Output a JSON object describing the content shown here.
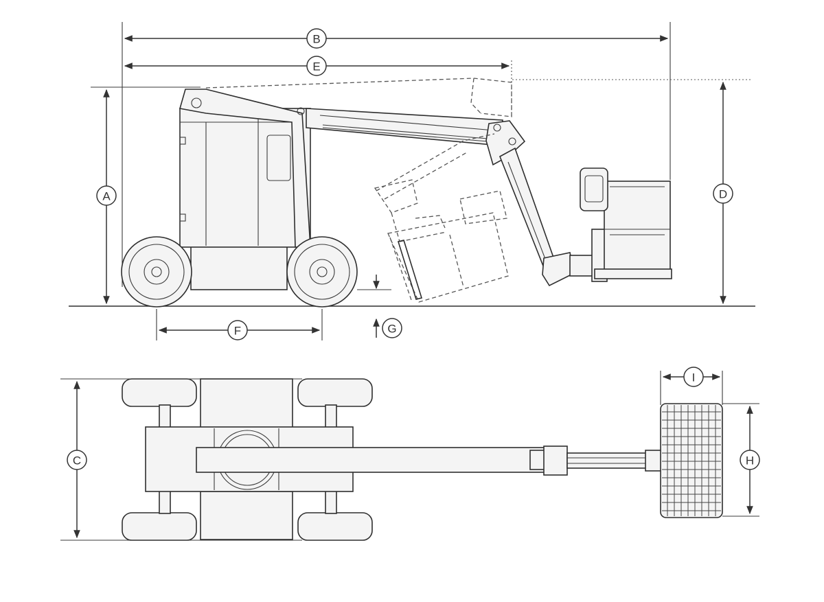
{
  "dimension_labels": {
    "A": "A",
    "B": "B",
    "C": "C",
    "D": "D",
    "E": "E",
    "F": "F",
    "G": "G",
    "H": "H",
    "I": "I"
  },
  "colors": {
    "line": "#2e2e2e",
    "background": "#ffffff"
  }
}
